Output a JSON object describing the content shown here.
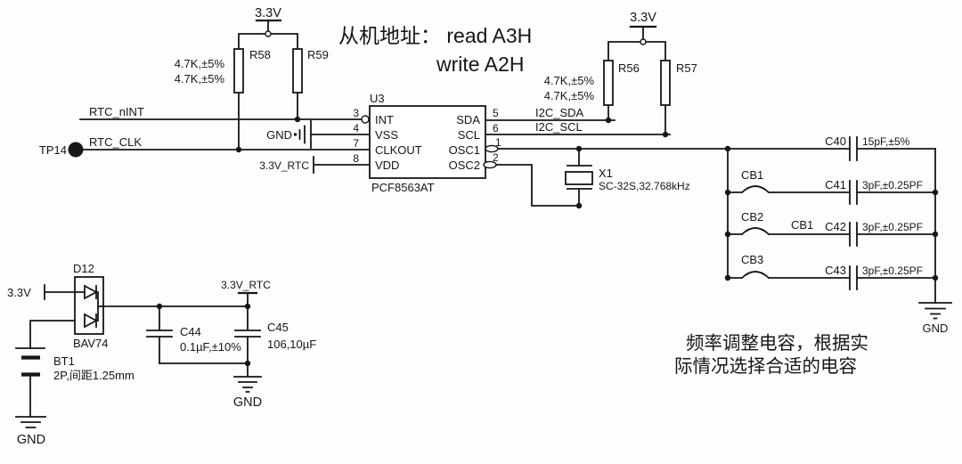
{
  "notes": {
    "slave_addr_line1": "从机地址： read A3H",
    "slave_addr_line2": "write A2H",
    "freq_note_line1": "频率调整电容，根据实",
    "freq_note_line2": "际情况选择合适的电容"
  },
  "nets": {
    "v33": "3.3V",
    "v33_rtc": "3.3V_RTC",
    "gnd": "GND",
    "rtc_nint": "RTC_nINT",
    "rtc_clk": "RTC_CLK",
    "i2c_sda": "I2C_SDA",
    "i2c_scl": "I2C_SCL"
  },
  "testpoint": {
    "ref": "TP14"
  },
  "chip": {
    "ref": "U3",
    "part": "PCF8563AT",
    "left_pins": [
      {
        "num": "3",
        "name": "INT"
      },
      {
        "num": "4",
        "name": "VSS"
      },
      {
        "num": "7",
        "name": "CLKOUT"
      },
      {
        "num": "8",
        "name": "VDD"
      }
    ],
    "right_pins": [
      {
        "num": "5",
        "name": "SDA"
      },
      {
        "num": "6",
        "name": "SCL"
      },
      {
        "num": "1",
        "name": "OSC1"
      },
      {
        "num": "2",
        "name": "OSC2"
      }
    ]
  },
  "pullups_left": {
    "r1": "R58",
    "r2": "R59",
    "value_line1": "4.7K,±5%",
    "value_line2": "4.7K,±5%"
  },
  "pullups_right": {
    "r1": "R56",
    "r2": "R57",
    "value_line1": "4.7K,±5%",
    "value_line2": "4.7K,±5%"
  },
  "crystal": {
    "ref": "X1",
    "value": "SC-32S,32.768kHz"
  },
  "diode": {
    "ref": "D12",
    "part": "BAV74"
  },
  "battery": {
    "ref": "BT1",
    "value": "2P,间距1.25mm"
  },
  "caps": {
    "c44": {
      "ref": "C44",
      "value": "0.1µF,±10%"
    },
    "c45": {
      "ref": "C45",
      "value": "106,10µF"
    },
    "c40": {
      "ref": "C40",
      "value": "15pF,±5%"
    },
    "c41": {
      "ref": "C41",
      "value": "3pF,±0.25PF"
    },
    "c42": {
      "ref": "C42",
      "value": "3pF,±0.25PF"
    },
    "c43": {
      "ref": "C43",
      "value": "3pF,±0.25PF"
    }
  },
  "jumpers": {
    "cb1": "CB1",
    "cb2": "CB2",
    "cb3": "CB3",
    "stray": "CB1"
  }
}
